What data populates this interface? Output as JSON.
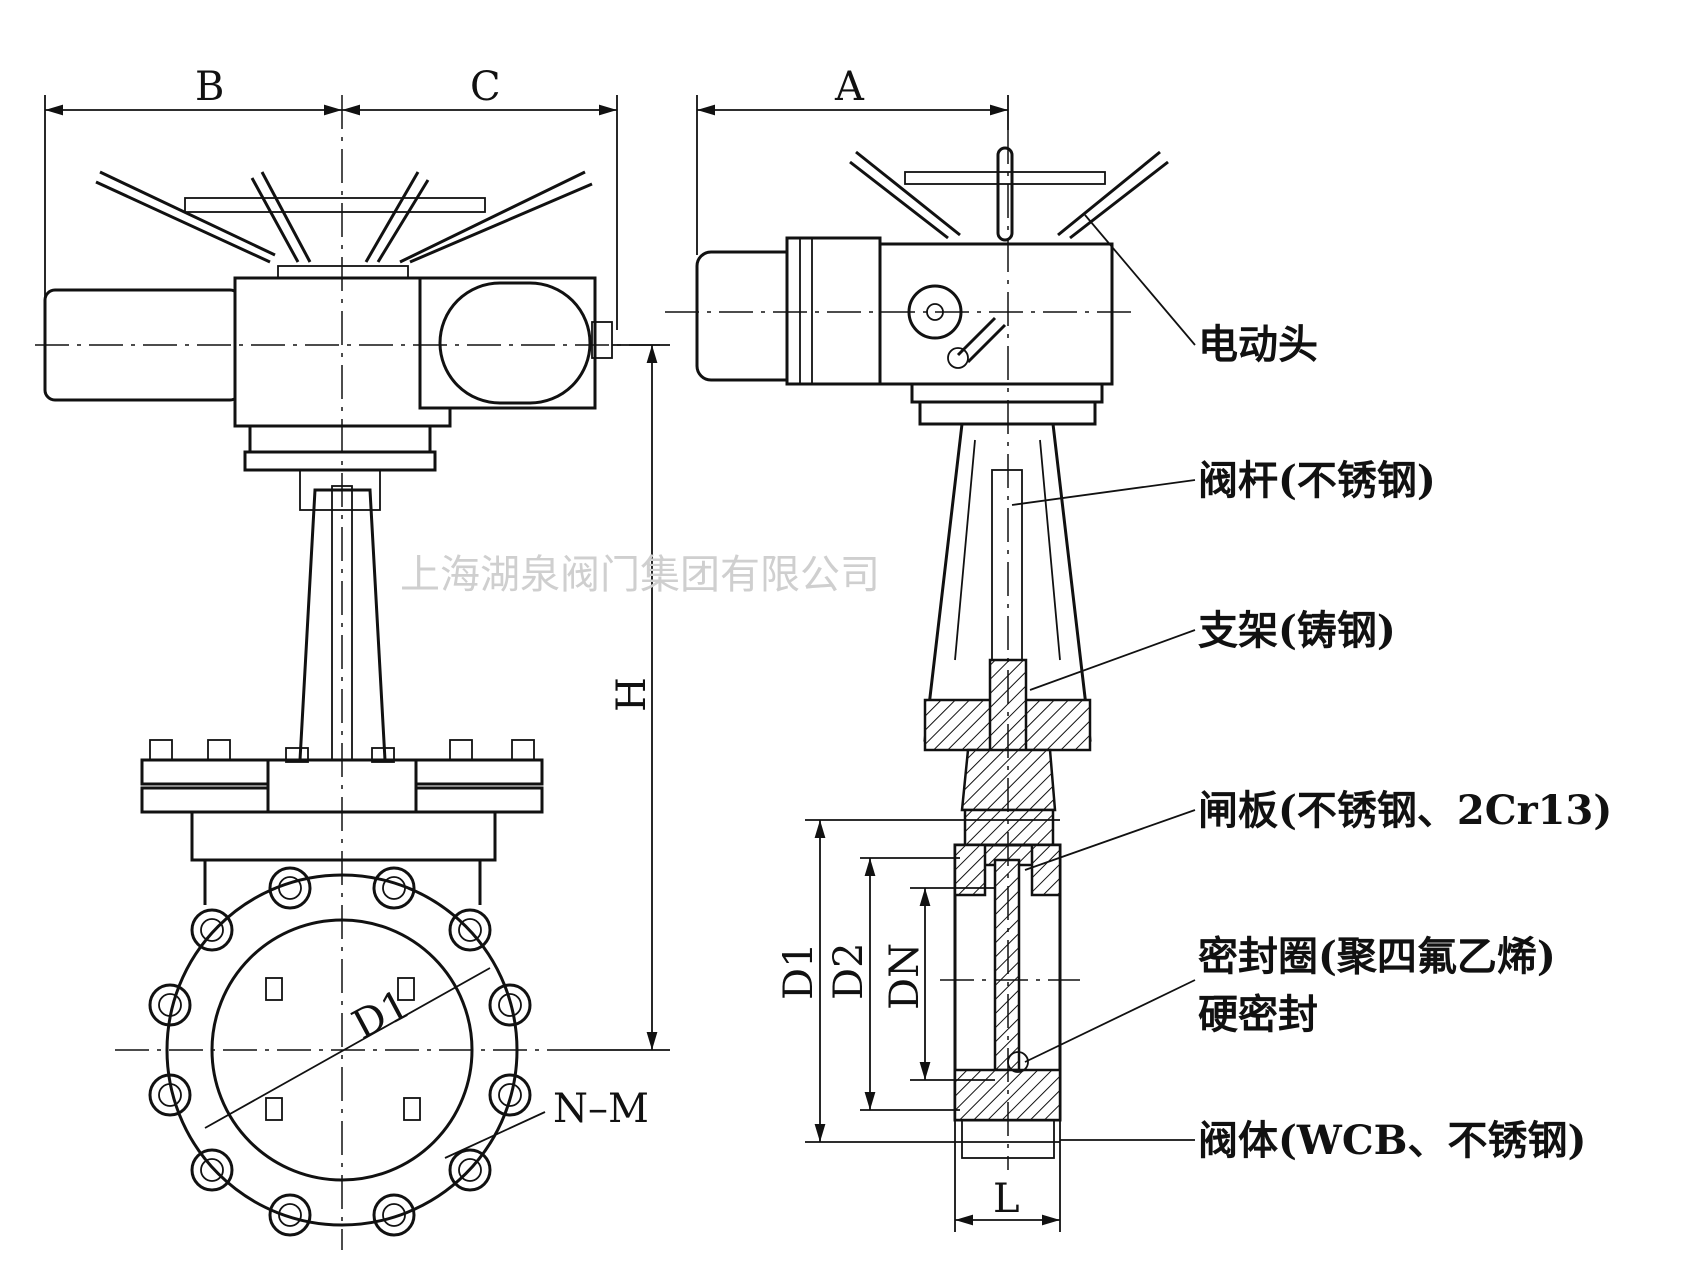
{
  "dimensions": {
    "B": "B",
    "C": "C",
    "A": "A",
    "H": "H",
    "D1_front": "D1",
    "D1": "D1",
    "D2": "D2",
    "DN": "DN",
    "L": "L",
    "N_M": "N–M"
  },
  "callouts": {
    "actuator": "电动头",
    "stem": "阀杆(不锈钢)",
    "bracket": "支架(铸钢)",
    "gate": "闸板(不锈钢、2Cr13)",
    "seal_ring": "密封圈(聚四氟乙烯)",
    "hard_seal": "硬密封",
    "body": "阀体(WCB、不锈钢)"
  },
  "watermark": "上海湖泉阀门集团有限公司"
}
